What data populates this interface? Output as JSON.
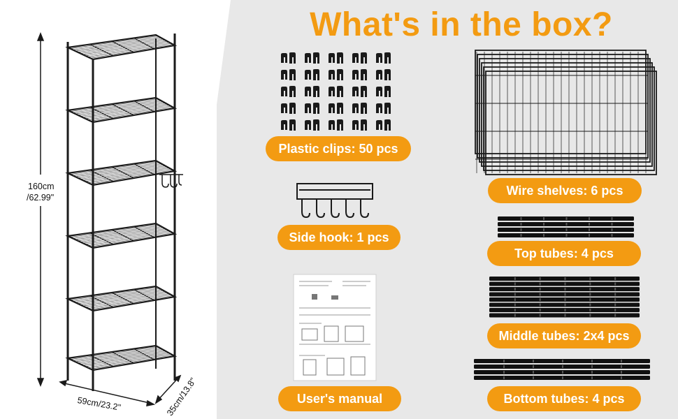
{
  "title": "What's in the box?",
  "colors": {
    "accent": "#f39b12",
    "panel": "#e8e8e8",
    "ink": "#1a1a1a"
  },
  "dimensions": {
    "height_cm": "160cm",
    "height_in": "/62.99\"",
    "width": "59cm/23.2\"",
    "depth": "35cm/13.8\""
  },
  "items": [
    {
      "label": "Plastic clips: 50 pcs",
      "icon": "plastic-clips"
    },
    {
      "label": "Side hook: 1 pcs",
      "icon": "side-hook"
    },
    {
      "label": "User's manual",
      "icon": "user-manual"
    },
    {
      "label": "Wire shelves: 6 pcs",
      "icon": "wire-shelves"
    },
    {
      "label": "Top tubes: 4 pcs",
      "icon": "top-tubes"
    },
    {
      "label": "Middle tubes: 2x4 pcs",
      "icon": "middle-tubes"
    },
    {
      "label": "Bottom tubes: 4 pcs",
      "icon": "bottom-tubes"
    }
  ]
}
